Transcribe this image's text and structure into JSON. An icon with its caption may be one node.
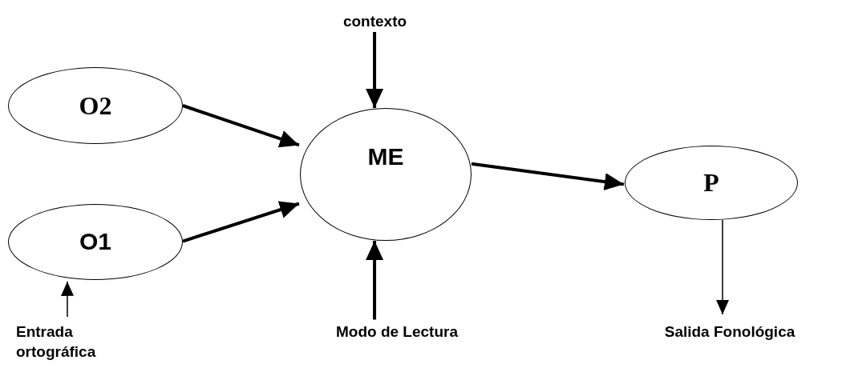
{
  "diagram": {
    "nodes": [
      {
        "text": [
          "contexto"
        ]
      },
      {
        "text": [
          "O2"
        ]
      },
      {
        "text": [
          "ME"
        ]
      },
      {
        "text": [
          "P"
        ]
      },
      {
        "text": [
          "O1"
        ]
      },
      {
        "text": [
          "Entrada ortográfica"
        ]
      },
      {
        "text": [
          "Modo de Lectura"
        ]
      },
      {
        "text": [
          "Salida Fonológica"
        ]
      }
    ],
    "edges": [
      {
        "from": 0,
        "to": 2,
        "arrow": "to"
      },
      {
        "from": 1,
        "to": 2,
        "arrow": "to"
      },
      {
        "from": 4,
        "to": 2,
        "arrow": "to"
      },
      {
        "from": 2,
        "to": 3,
        "arrow": "to"
      },
      {
        "from": 5,
        "to": 4,
        "arrow": "to"
      },
      {
        "from": 6,
        "to": 2,
        "arrow": "to"
      },
      {
        "from": 3,
        "to": 7,
        "arrow": "to"
      }
    ]
  }
}
